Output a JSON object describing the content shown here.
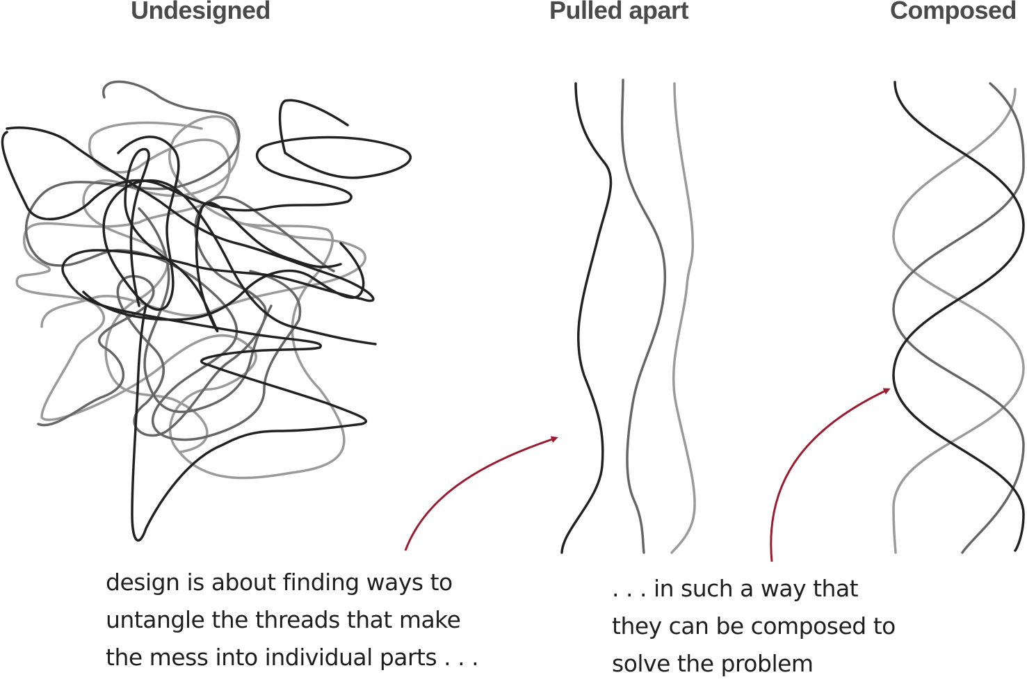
{
  "headings": {
    "undesigned": "Undesigned",
    "pulled_apart": "Pulled apart",
    "composed": "Composed"
  },
  "notes": {
    "left": [
      "design is about finding ways to",
      "untangle the threads that make",
      "the mess into individual parts . . ."
    ],
    "right": [
      ". . . in such a way that",
      "they can be composed to",
      "solve the problem"
    ]
  },
  "colors": {
    "thread_dark": "#222222",
    "thread_mid": "#666666",
    "thread_light": "#9a9a9a",
    "arrow": "#9b1c31",
    "text": "#1e1e1e",
    "heading": "#4a4a4a"
  }
}
